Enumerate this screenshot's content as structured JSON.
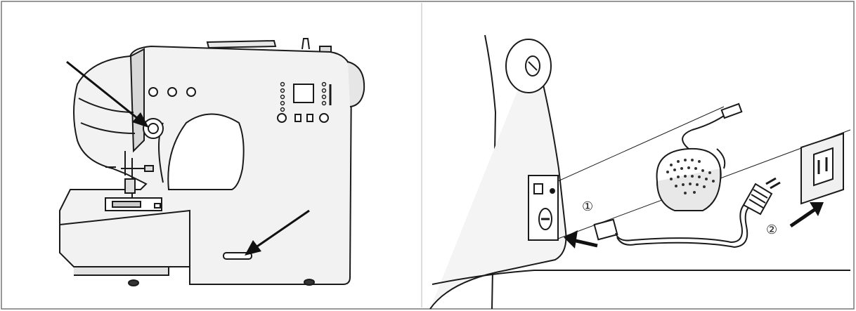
{
  "steps": [
    {
      "number": "①"
    },
    {
      "number": "②"
    }
  ],
  "colors": {
    "line": "#1a1a1a",
    "panel_fill": "#f4f4f4",
    "border": "#777777",
    "arrow": "#111111"
  },
  "icons": [
    "sewing-machine-illustration",
    "power-connection-illustration",
    "foot-pedal-icon",
    "wall-outlet-icon",
    "power-plug-icon",
    "arrow-icon"
  ]
}
